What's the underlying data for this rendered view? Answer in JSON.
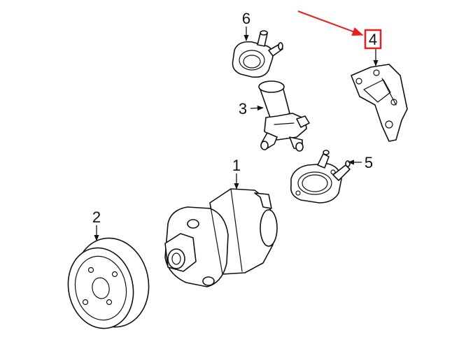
{
  "diagram": {
    "callouts": [
      {
        "id": "1",
        "label": "1"
      },
      {
        "id": "2",
        "label": "2"
      },
      {
        "id": "3",
        "label": "3"
      },
      {
        "id": "4",
        "label": "4",
        "highlighted": true
      },
      {
        "id": "5",
        "label": "5"
      },
      {
        "id": "6",
        "label": "6"
      }
    ],
    "colors": {
      "line": "#111111",
      "highlight": "#e8201f",
      "background": "#ffffff"
    }
  }
}
